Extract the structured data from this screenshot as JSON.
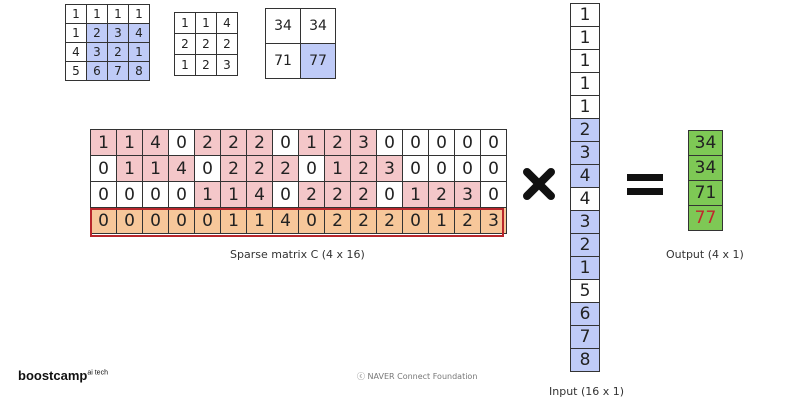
{
  "colors": {
    "white": "#ffffff",
    "blue": "#bfcbf7",
    "pink": "#f4c7c9",
    "orange": "#f7c79a",
    "green": "#7ec855",
    "highlight": "#b8262b",
    "red_text": "#c0272d"
  },
  "input_matrix": {
    "rows": [
      [
        "1",
        "1",
        "1",
        "1"
      ],
      [
        "1",
        "2",
        "3",
        "4"
      ],
      [
        "4",
        "3",
        "2",
        "1"
      ],
      [
        "5",
        "6",
        "7",
        "8"
      ]
    ],
    "fills": [
      [
        "w",
        "w",
        "w",
        "w"
      ],
      [
        "w",
        "b",
        "b",
        "b"
      ],
      [
        "w",
        "b",
        "b",
        "b"
      ],
      [
        "w",
        "b",
        "b",
        "b"
      ]
    ]
  },
  "kernel": {
    "rows": [
      [
        "1",
        "1",
        "4"
      ],
      [
        "2",
        "2",
        "2"
      ],
      [
        "1",
        "2",
        "3"
      ]
    ]
  },
  "output_matrix": {
    "rows": [
      [
        "34",
        "34"
      ],
      [
        "71",
        "77"
      ]
    ],
    "fills": [
      [
        "w",
        "w"
      ],
      [
        "w",
        "b"
      ]
    ]
  },
  "sparse": {
    "rows": [
      [
        "1",
        "1",
        "4",
        "0",
        "2",
        "2",
        "2",
        "0",
        "1",
        "2",
        "3",
        "0",
        "0",
        "0",
        "0",
        "0"
      ],
      [
        "0",
        "1",
        "1",
        "4",
        "0",
        "2",
        "2",
        "2",
        "0",
        "1",
        "2",
        "3",
        "0",
        "0",
        "0",
        "0"
      ],
      [
        "0",
        "0",
        "0",
        "0",
        "1",
        "1",
        "4",
        "0",
        "2",
        "2",
        "2",
        "0",
        "1",
        "2",
        "3",
        "0"
      ],
      [
        "0",
        "0",
        "0",
        "0",
        "0",
        "1",
        "1",
        "4",
        "0",
        "2",
        "2",
        "2",
        "0",
        "1",
        "2",
        "3"
      ]
    ],
    "fills": [
      [
        "p",
        "p",
        "p",
        "w",
        "p",
        "p",
        "p",
        "w",
        "p",
        "p",
        "p",
        "w",
        "w",
        "w",
        "w",
        "w"
      ],
      [
        "w",
        "p",
        "p",
        "p",
        "w",
        "p",
        "p",
        "p",
        "w",
        "p",
        "p",
        "p",
        "w",
        "w",
        "w",
        "w"
      ],
      [
        "w",
        "w",
        "w",
        "w",
        "p",
        "p",
        "p",
        "w",
        "p",
        "p",
        "p",
        "w",
        "p",
        "p",
        "p",
        "w"
      ],
      [
        "o",
        "o",
        "o",
        "o",
        "o",
        "o",
        "o",
        "o",
        "o",
        "o",
        "o",
        "o",
        "o",
        "o",
        "o",
        "o"
      ]
    ],
    "label": "Sparse matrix C (4 x 16)"
  },
  "input_vector": {
    "values": [
      "1",
      "1",
      "1",
      "1",
      "1",
      "2",
      "3",
      "4",
      "4",
      "3",
      "2",
      "1",
      "5",
      "6",
      "7",
      "8"
    ],
    "fills": [
      "w",
      "w",
      "w",
      "w",
      "w",
      "b",
      "b",
      "b",
      "w",
      "b",
      "b",
      "b",
      "w",
      "b",
      "b",
      "b"
    ],
    "label": "Input (16 x 1)"
  },
  "output_vector": {
    "values": [
      "34",
      "34",
      "71",
      "77"
    ],
    "text_colors": [
      "n",
      "n",
      "n",
      "r"
    ],
    "label": "Output (4 x 1)"
  },
  "footer": {
    "logo_main": "boostcamp",
    "logo_sup": "ai tech",
    "copyright": "ⓒ  NAVER Connect Foundation"
  }
}
